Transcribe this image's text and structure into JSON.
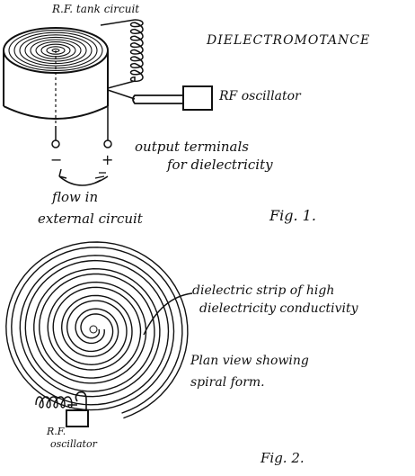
{
  "diagram": {
    "title": "DIELECTROMOTANCE",
    "fig1": {
      "tank_label": "R.F. tank circuit",
      "oscillator_label": "RF oscillator",
      "output_label_line1": "output terminals",
      "output_label_line2": "for dielectricity",
      "flow_label_line1": "flow in",
      "flow_label_line2": "external circuit",
      "terminal_left_sign": "−",
      "terminal_right_sign": "+",
      "caption": "Fig. 1."
    },
    "fig2": {
      "strip_label_line1": "dielectric strip of high",
      "strip_label_line2": "dielectricity conductivity",
      "plan_label_line1": "Plan view showing",
      "plan_label_line2": "spiral form.",
      "oscillator_label_line1": "R.F.",
      "oscillator_label_line2": "oscillator",
      "caption": "Fig. 2."
    }
  }
}
